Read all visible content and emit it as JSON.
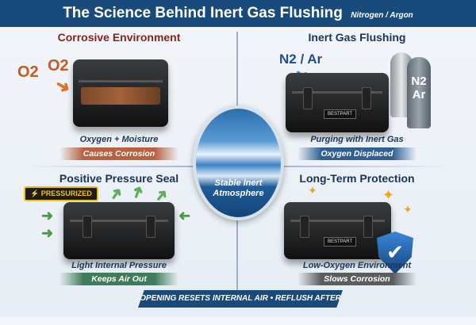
{
  "header": {
    "title": "The Science Behind Inert Gas Flushing",
    "subtitle": "Nitrogen / Argon"
  },
  "panels": [
    {
      "heading": "Corrosive Environment",
      "caption": "Oxygen + Moisture",
      "tag": "Causes Corrosion",
      "tag_color": "#b9603f",
      "heading_color": "#8b1e1e"
    },
    {
      "heading": "Inert Gas Flushing",
      "caption": "Purging with Inert Gas",
      "tag": "Oxygen Displaced",
      "tag_color": "#2f5f94",
      "heading_color": "#17345e"
    },
    {
      "heading": "Positive Pressure Seal",
      "caption": "Light Internal Pressure",
      "tag": "Keeps Air Out",
      "tag_color": "#3f7d5a",
      "heading_color": "#17345e"
    },
    {
      "heading": "Long-Term Protection",
      "caption": "Low-Oxygen Environment",
      "tag": "Slows Corrosion",
      "tag_color": "#5a5d60",
      "heading_color": "#17345e"
    }
  ],
  "labels": {
    "o2": "O2",
    "n2_ar": "N2 / Ar",
    "tank_n2": "N2",
    "tank_ar": "Ar",
    "pressurized": "PRESSURIZED",
    "case_brand": "BESTPART"
  },
  "center": {
    "text": "Stable Inert Atmosphere"
  },
  "banner": {
    "text": "OPENING RESETS INTERNAL AIR • REFLUSH AFTER ACCESS"
  }
}
